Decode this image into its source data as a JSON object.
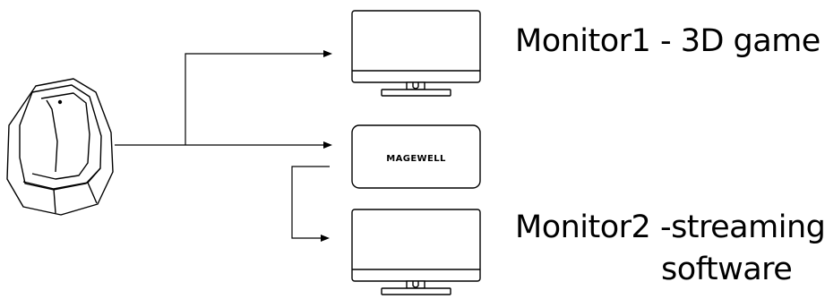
{
  "diagram": {
    "monitor1_label": "Monitor1 - 3D game",
    "monitor2_label_line1": "Monitor2 -streaming",
    "monitor2_label_line2": "software",
    "capture_device_brand": "MAGEWELL",
    "icons": {
      "pc": "gaming-pc-tower-icon",
      "monitor1": "monitor-icon",
      "monitor2": "monitor-icon",
      "capture": "capture-device-icon"
    },
    "colors": {
      "stroke": "#000000",
      "background": "#ffffff"
    }
  }
}
